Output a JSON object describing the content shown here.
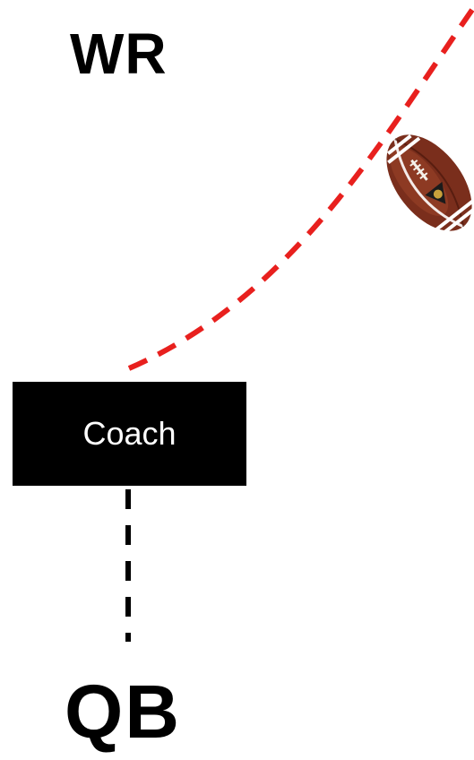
{
  "labels": {
    "receiver": "WR",
    "quarterback": "QB",
    "coach": "Coach"
  },
  "colors": {
    "pass_route": "#e8201e",
    "handoff_route": "#000000",
    "coach_box": "#000000",
    "coach_text": "#ffffff",
    "ball": "#7a2e1c"
  },
  "icons": {
    "ball": "football-icon"
  }
}
